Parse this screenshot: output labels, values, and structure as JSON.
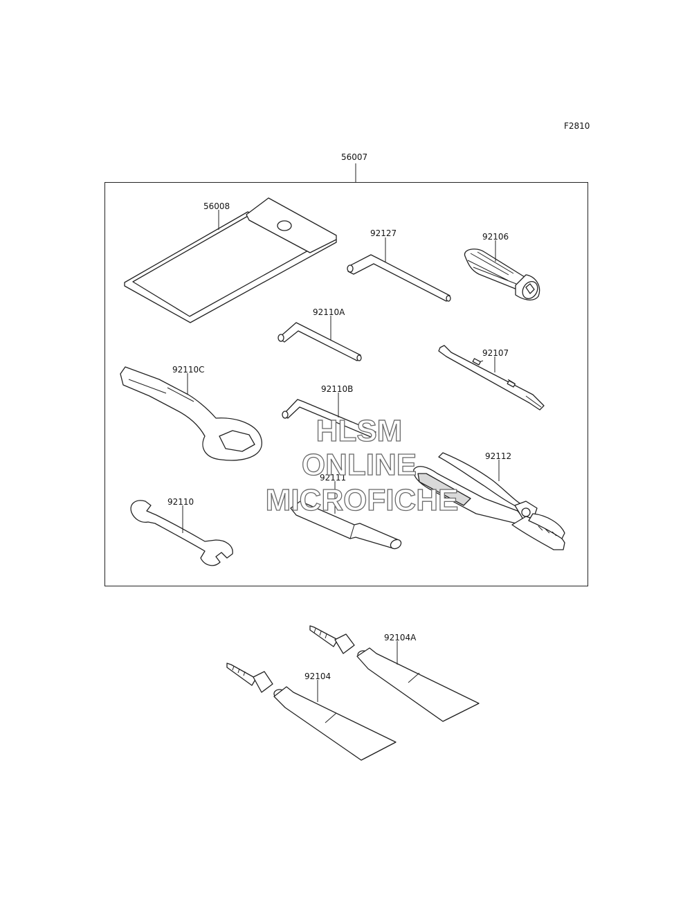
{
  "figure_code": "F2810",
  "kit_label": "56007",
  "parts": {
    "pouch": "56008",
    "hex_key_large": "92127",
    "screwdriver_handle": "92106",
    "hex_key_medium": "92110A",
    "screwdriver_bit": "92107",
    "box_wrench": "92110C",
    "hex_key_small": "92110B",
    "pliers": "92112",
    "spanner_wrench": "92110",
    "extension_bar": "92111",
    "grease_tube_a": "92104A",
    "grease_tube": "92104"
  },
  "watermark": {
    "line1": "HLSM",
    "line2": "ONLINE",
    "line3": "MICROFICHE"
  }
}
